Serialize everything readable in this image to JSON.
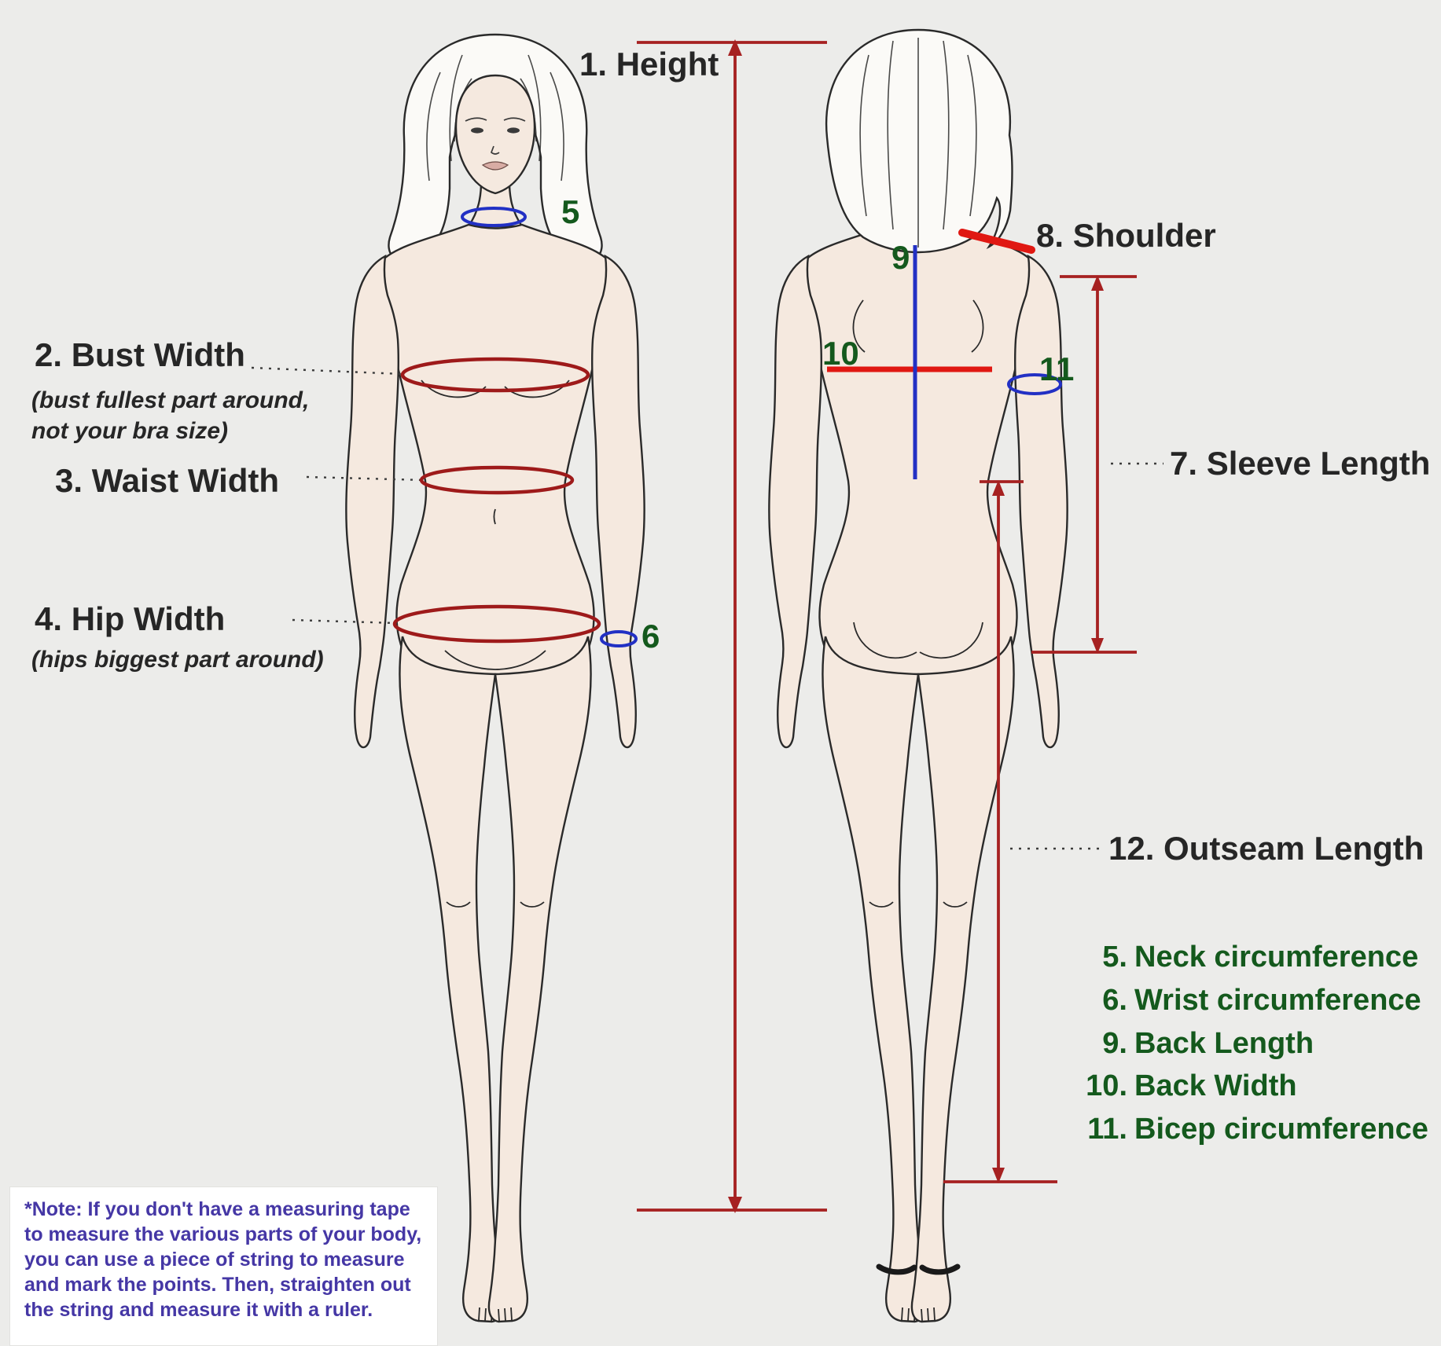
{
  "title": "Body measurement guide diagram",
  "colors": {
    "background": "#ececea",
    "measure_red_dark": "#a62121",
    "measure_red_bright": "#e01812",
    "measure_blue": "#2230c4",
    "number_green": "#14591d",
    "label_dark": "#262626",
    "note_purple": "#4537a5",
    "note_background": "#ffffff",
    "skin": "#f5e9df"
  },
  "labels": {
    "height": "1. Height",
    "bust": "2. Bust Width",
    "bust_sub": "(bust fullest part around,\nnot your bra size)",
    "waist": "3. Waist Width",
    "hip": "4. Hip Width",
    "hip_sub": "(hips biggest part around)",
    "neck_num": "5",
    "wrist_num": "6",
    "sleeve": "7. Sleeve Length",
    "shoulder": "8. Shoulder",
    "back_length_num": "9",
    "back_width_num": "10",
    "bicep_num": "11",
    "outseam": "12. Outseam Length"
  },
  "legend": {
    "items": [
      {
        "num": "5.",
        "text": "Neck circumference"
      },
      {
        "num": "6.",
        "text": "Wrist circumference"
      },
      {
        "num": "9.",
        "text": "Back Length"
      },
      {
        "num": "10.",
        "text": "Back Width"
      },
      {
        "num": "11.",
        "text": "Bicep circumference"
      }
    ]
  },
  "note": "*Note: If you don't have a measuring tape to measure the various parts of your body, you can use a piece of string to measure and mark the points. Then, straighten out the string and measure it with a ruler."
}
